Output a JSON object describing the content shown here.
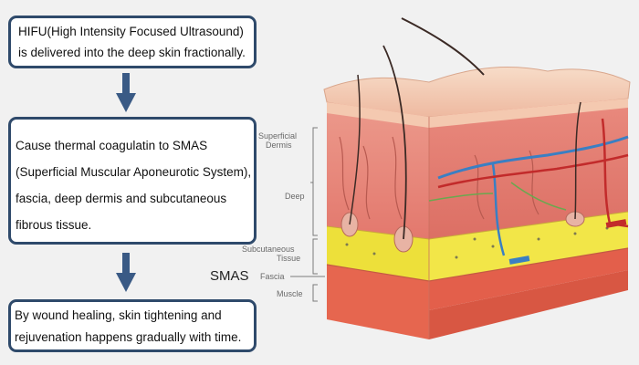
{
  "steps": [
    {
      "lines": [
        "HIFU(High Intensity Focused Ultrasound)",
        "is delivered into the deep skin fractionally."
      ]
    },
    {
      "lines": [
        "Cause thermal coagulatin to SMAS",
        "(Superficial Muscular Aponeurotic System),",
        "fascia, deep dermis and subcutaneous",
        "fibrous tissue."
      ]
    },
    {
      "lines": [
        "By wound healing, skin tightening and",
        "rejuvenation happens gradually with time."
      ]
    }
  ],
  "layers": {
    "superficial_dermis": [
      "Superficial",
      "Dermis"
    ],
    "deep": "Deep",
    "subcutaneous_tissue": [
      "Subcutaneous",
      "Tissue"
    ],
    "smas": "SMAS",
    "fascia": "Fascia",
    "muscle": "Muscle"
  },
  "colors": {
    "box_border": "#2f4a6b",
    "arrow": "#3a5a85",
    "epidermis": "#f3cdb4",
    "dermis": "#e98f83",
    "fat": "#efe63b",
    "muscle": "#e9654e"
  }
}
